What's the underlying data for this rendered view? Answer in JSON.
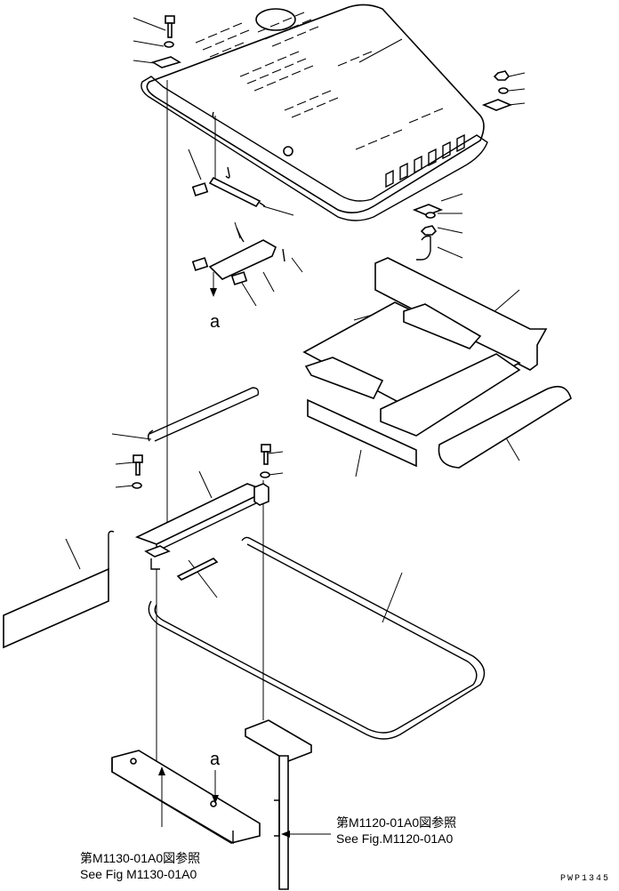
{
  "annotations": {
    "view_ref_upper": "a",
    "view_ref_lower": "a",
    "ref_left_line1": "第M1130-01A0図参照",
    "ref_left_line2": "See Fig M1130-01A0",
    "ref_right_line1": "第M1120-01A0図参照",
    "ref_right_line2": "See Fig.M1120-01A0",
    "drawing_code": "PWP1345"
  }
}
